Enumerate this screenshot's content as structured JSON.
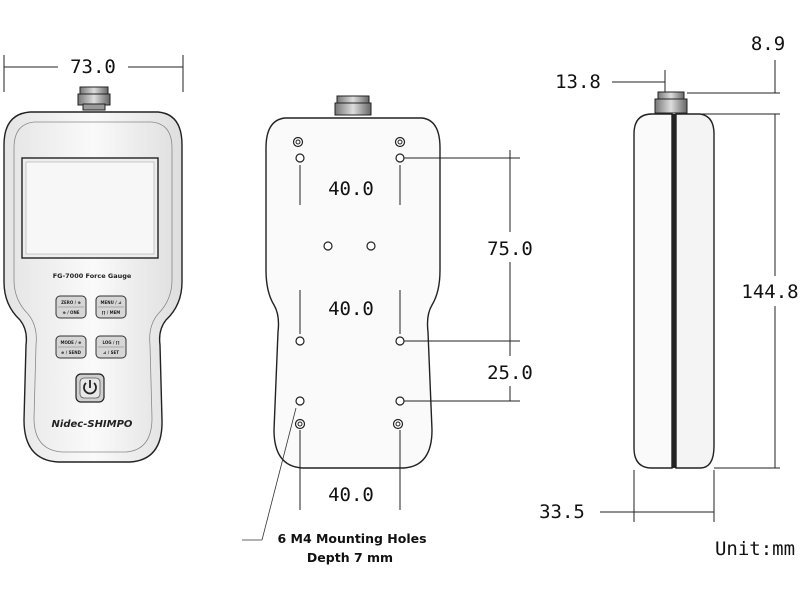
{
  "front_view": {
    "width_dim": "73.0",
    "model_label": "FG-7000 Force Gauge",
    "brand": "Nidec-SHIMPO",
    "keys": [
      {
        "top": "ZERO / ⊕",
        "bottom": "⊕ / ONE"
      },
      {
        "top": "MENU / ⊿",
        "bottom": "⌈⌉ / MEM"
      },
      {
        "top": "MODE / ⊕",
        "bottom": "⊕ / SEND"
      },
      {
        "top": "LOG / ⌈⌉",
        "bottom": "⊿ / SET"
      }
    ],
    "power_icon": "power-icon"
  },
  "back_view": {
    "dim_top_holes": "40.0",
    "dim_mid_holes": "40.0",
    "dim_bottom_holes": "40.0",
    "dim_vertical_span": "75.0",
    "dim_lower_offset": "25.0",
    "note_line1": "6 M4 Mounting Holes",
    "note_line2": "Depth 7 mm"
  },
  "side_view": {
    "dim_top_right": "8.9",
    "dim_top_left": "13.8",
    "dim_height": "144.8",
    "dim_depth": "33.5",
    "unit_label": "Unit:mm"
  }
}
